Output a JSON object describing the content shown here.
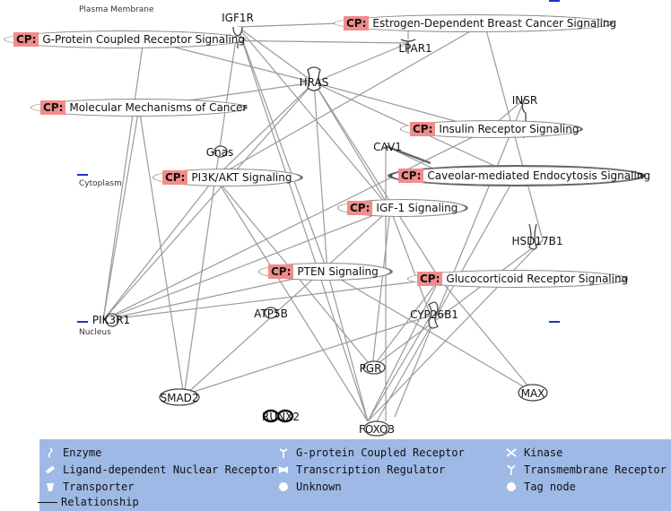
{
  "regions": {
    "plasma_membrane": "Plasma Membrane",
    "cytoplasm": "Cytoplasm",
    "nucleus": "Nucleus"
  },
  "nodes": {
    "igf1r": "IGF1R",
    "lpar1": "LPAR1",
    "hras": "HRAS",
    "insr": "INSR",
    "gnas": "Gnas",
    "cav1": "CAV1",
    "hsd17b1": "HSD17B1",
    "pik3r1": "PIK3R1",
    "atp5b": "ATP5B",
    "cyp26b1": "CYP26B1",
    "pgr": "PGR",
    "smad2": "SMAD2",
    "runx2": "RUNX2",
    "foxo3": "FOXO3",
    "max": "MAX"
  },
  "pathways": {
    "tag": "CP:",
    "estrogen": "Estrogen-Dependent Breast Cancer Signaling",
    "gpcr": "G-Protein Coupled Receptor Signaling",
    "molecular": "Molecular Mechanisms of Cancer",
    "insulin": "Insulin Receptor Signaling",
    "caveolar": "Caveolar-mediated Endocytosis Signaling",
    "pi3k": "PI3K/AKT Signaling",
    "igf1": "IGF-1 Signaling",
    "pten": "PTEN Signaling",
    "glucocorticoid": "Glucocorticoid Receptor Signaling"
  },
  "legend": {
    "enzyme": "Enzyme",
    "ligand": "Ligand-dependent Nuclear Receptor",
    "transporter": "Transporter",
    "relationship": "Relationship",
    "gpcr": "G-protein Coupled Receptor",
    "transcription": "Transcription Regulator",
    "unknown": "Unknown",
    "kinase": "Kinase",
    "transmembrane": "Transmembrane Receptor",
    "tag_node": "Tag node"
  },
  "colors": {
    "cp_tag": "#f28c8c",
    "legend_bg": "#9fb9e6",
    "edge": "#999999",
    "region_marker": "#2030d0"
  }
}
